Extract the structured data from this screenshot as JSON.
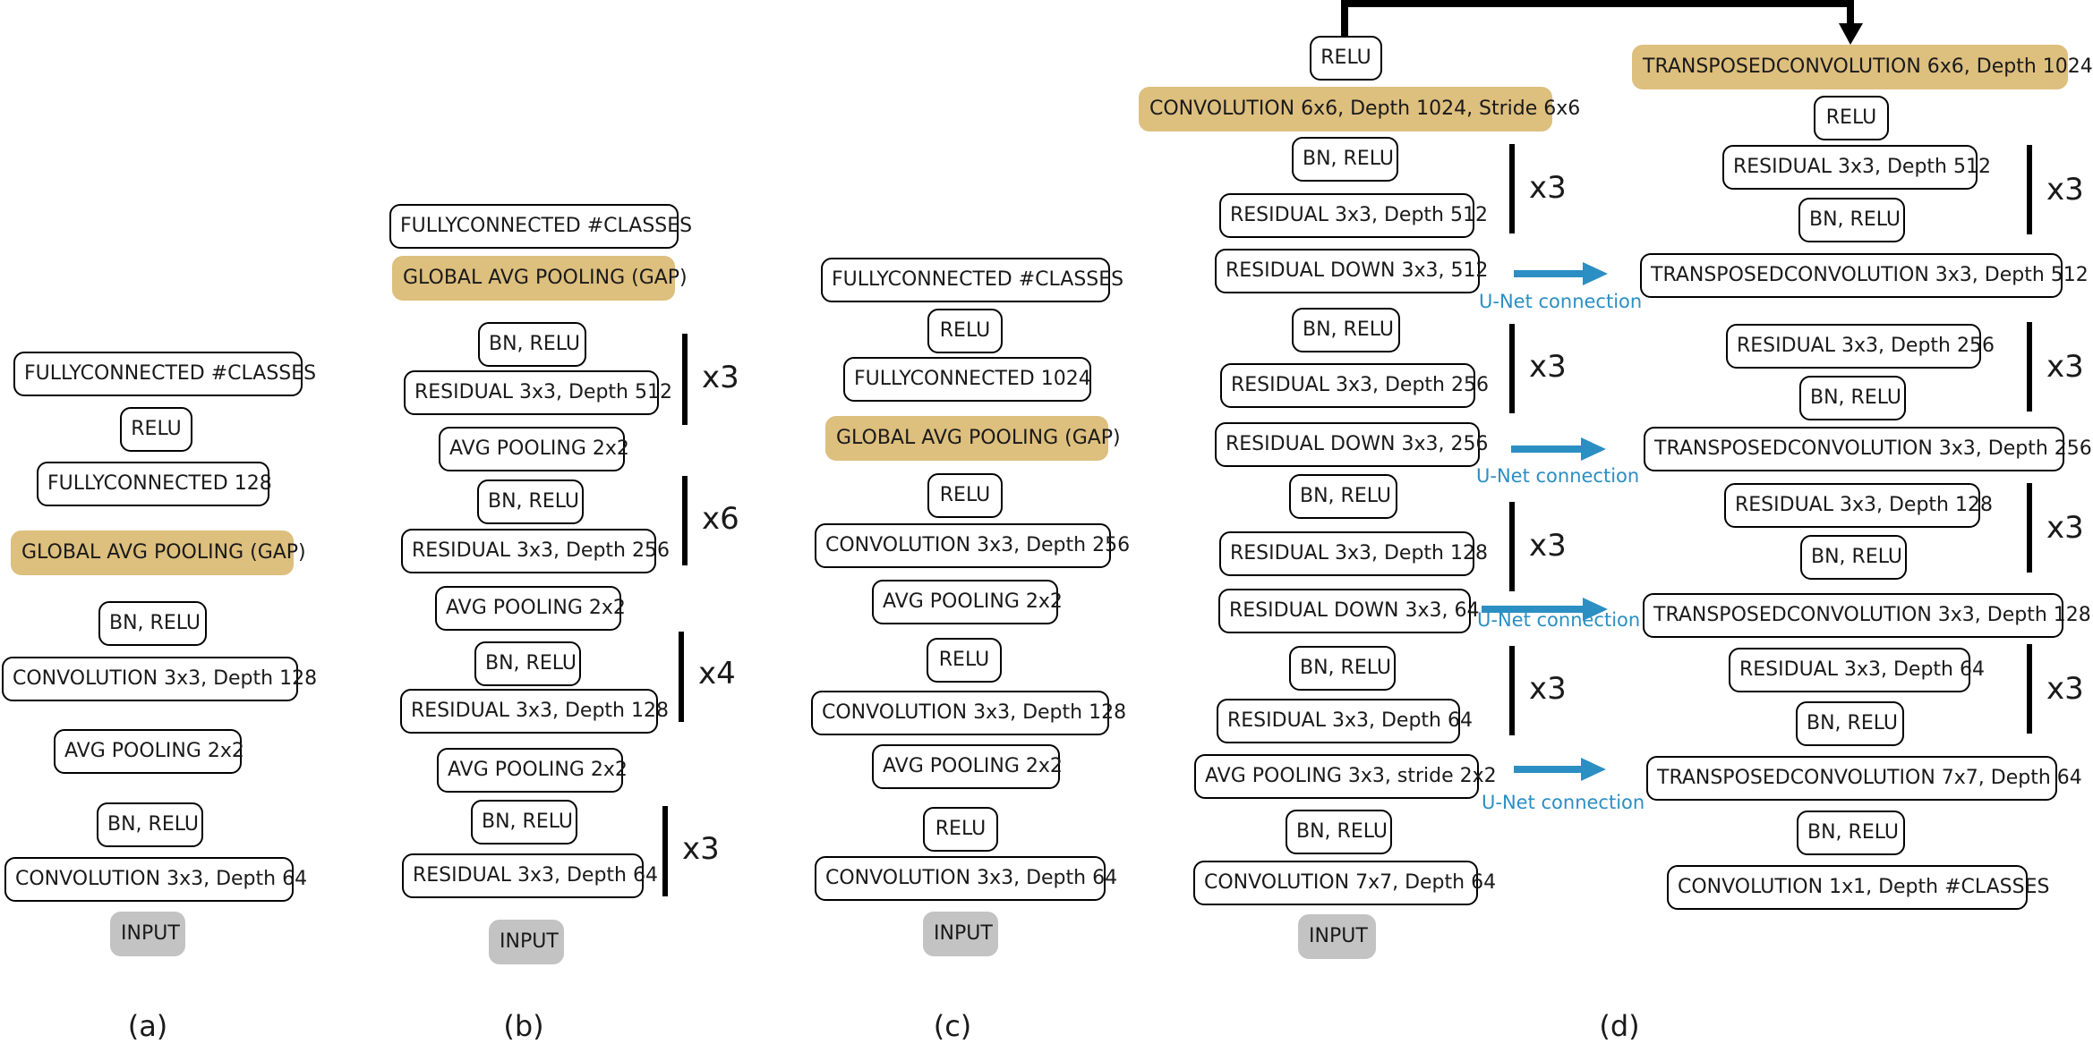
{
  "panels": {
    "a": {
      "caption": "(a)",
      "layers": [
        "FULLYCONNECTED #CLASSES",
        "RELU",
        "FULLYCONNECTED 128",
        "GLOBAL AVG POOLING (GAP)",
        "BN, RELU",
        "CONVOLUTION 3x3, Depth 128",
        "AVG POOLING 2x2",
        "BN, RELU",
        "CONVOLUTION 3x3, Depth 64",
        "INPUT"
      ]
    },
    "b": {
      "caption": "(b)",
      "layers": [
        "FULLYCONNECTED #CLASSES",
        "GLOBAL AVG POOLING (GAP)",
        "BN, RELU",
        "RESIDUAL 3x3, Depth 512",
        "AVG POOLING 2x2",
        "BN, RELU",
        "RESIDUAL 3x3, Depth 256",
        "AVG POOLING 2x2",
        "BN, RELU",
        "RESIDUAL 3x3, Depth 128",
        "AVG POOLING 2x2",
        "BN, RELU",
        "RESIDUAL 3x3, Depth 64",
        "INPUT"
      ],
      "repeats": [
        "x3",
        "x6",
        "x4",
        "x3"
      ]
    },
    "c": {
      "caption": "(c)",
      "layers": [
        "FULLYCONNECTED #CLASSES",
        "RELU",
        "FULLYCONNECTED 1024",
        "GLOBAL AVG POOLING (GAP)",
        "RELU",
        "CONVOLUTION 3x3, Depth 256",
        "AVG POOLING 2x2",
        "RELU",
        "CONVOLUTION 3x3, Depth 128",
        "AVG POOLING 2x2",
        "RELU",
        "CONVOLUTION 3x3, Depth 64",
        "INPUT"
      ]
    },
    "d": {
      "caption": "(d)",
      "encoder": [
        "RELU",
        "CONVOLUTION 6x6, Depth 1024, Stride 6x6",
        "BN, RELU",
        "RESIDUAL 3x3, Depth 512",
        "RESIDUAL DOWN 3x3, 512",
        "BN, RELU",
        "RESIDUAL 3x3, Depth 256",
        "RESIDUAL DOWN 3x3, 256",
        "BN, RELU",
        "RESIDUAL 3x3, Depth 128",
        "RESIDUAL DOWN 3x3, 64",
        "BN, RELU",
        "RESIDUAL 3x3, Depth 64",
        "AVG POOLING 3x3, stride 2x2",
        "BN, RELU",
        "CONVOLUTION 7x7, Depth 64",
        "INPUT"
      ],
      "decoder": [
        "TRANSPOSEDCONVOLUTION 6x6, Depth 1024",
        "RELU",
        "RESIDUAL 3x3, Depth 512",
        "BN, RELU",
        "TRANSPOSEDCONVOLUTION 3x3, Depth 512",
        "RESIDUAL 3x3, Depth 256",
        "BN, RELU",
        "TRANSPOSEDCONVOLUTION 3x3, Depth 256",
        "RESIDUAL 3x3, Depth 128",
        "BN, RELU",
        "TRANSPOSEDCONVOLUTION 3x3, Depth 128",
        "RESIDUAL 3x3, Depth 64",
        "BN, RELU",
        "TRANSPOSEDCONVOLUTION 7x7, Depth 64",
        "BN, RELU",
        "CONVOLUTION 1x1, Depth #CLASSES"
      ],
      "encoder_repeats": [
        "x3",
        "x3",
        "x3",
        "x3"
      ],
      "decoder_repeats": [
        "x3",
        "x3",
        "x3",
        "x3"
      ],
      "unet_label": "U-Net connection"
    }
  },
  "colors": {
    "gap_fill": "#ddbf7e",
    "input_fill": "#c3c3c3",
    "unet_blue": "#2b8fc3"
  }
}
